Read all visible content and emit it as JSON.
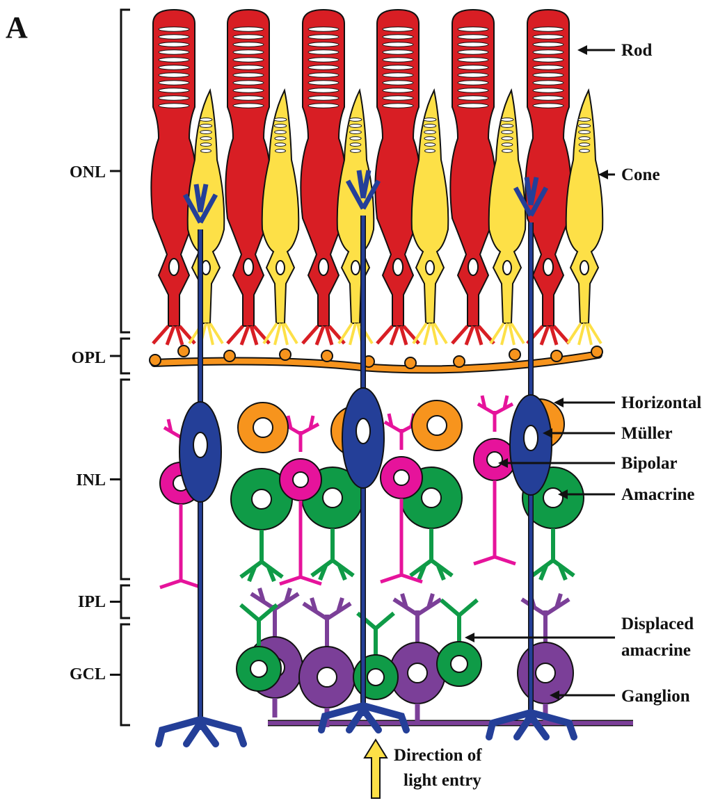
{
  "panel_letter": "A",
  "layers": [
    {
      "id": "onl",
      "label": "ONL"
    },
    {
      "id": "opl",
      "label": "OPL"
    },
    {
      "id": "inl",
      "label": "INL"
    },
    {
      "id": "ipl",
      "label": "IPL"
    },
    {
      "id": "gcl",
      "label": "GCL"
    }
  ],
  "cell_labels": [
    {
      "id": "rod",
      "lines": [
        "Rod"
      ]
    },
    {
      "id": "cone",
      "lines": [
        "Cone"
      ]
    },
    {
      "id": "horizontal",
      "lines": [
        "Horizontal"
      ]
    },
    {
      "id": "muller",
      "lines": [
        "Müller"
      ]
    },
    {
      "id": "bipolar",
      "lines": [
        "Bipolar"
      ]
    },
    {
      "id": "amacrine",
      "lines": [
        "Amacrine"
      ]
    },
    {
      "id": "displaced-amacrine",
      "lines": [
        "Displaced",
        "amacrine"
      ]
    },
    {
      "id": "ganglion",
      "lines": [
        "Ganglion"
      ]
    }
  ],
  "light_label": [
    "Direction of",
    "light entry"
  ],
  "colors": {
    "rod": "#d81e24",
    "cone": "#fde047",
    "horizontal": "#f7941d",
    "muller": "#243f98",
    "bipolar": "#e6139b",
    "amacrine": "#0f9b47",
    "ganglion": "#7b3f98",
    "arrow": "#fde047",
    "outline": "#111111"
  }
}
